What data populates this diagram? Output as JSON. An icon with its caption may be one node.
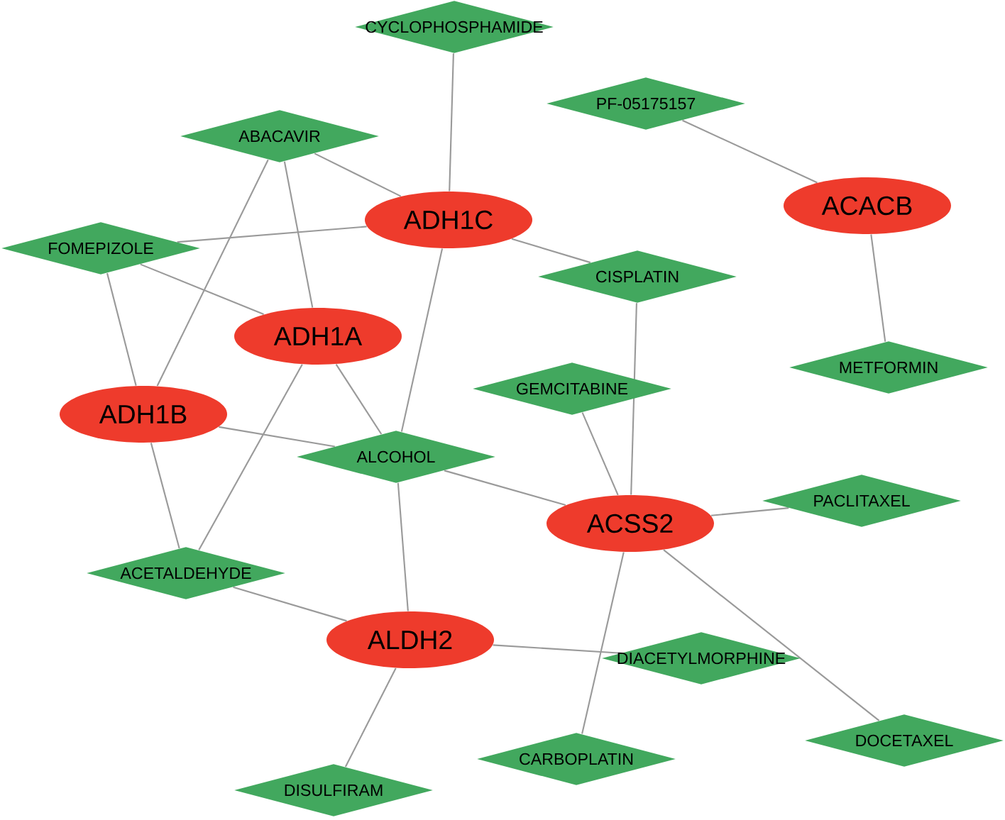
{
  "diagram": {
    "nodes": [
      {
        "text": [
          "CYCLOPHOSPHAMIDE"
        ]
      },
      {
        "text": [
          "PF-05175157"
        ]
      },
      {
        "text": [
          "ABACAVIR"
        ]
      },
      {
        "text": [
          "ACACB"
        ]
      },
      {
        "text": [
          "ADH1C"
        ]
      },
      {
        "text": [
          "FOMEPIZOLE"
        ]
      },
      {
        "text": [
          "CISPLATIN"
        ]
      },
      {
        "text": [
          "ADH1A"
        ]
      },
      {
        "text": [
          "METFORMIN"
        ]
      },
      {
        "text": [
          "GEMCITABINE"
        ]
      },
      {
        "text": [
          "ADH1B"
        ]
      },
      {
        "text": [
          "ALCOHOL"
        ]
      },
      {
        "text": [
          "PACLITAXEL"
        ]
      },
      {
        "text": [
          "ACSS2"
        ]
      },
      {
        "text": [
          "ACETALDEHYDE"
        ]
      },
      {
        "text": [
          "ALDH2"
        ]
      },
      {
        "text": [
          "DIACETYLMORPHINE"
        ]
      },
      {
        "text": [
          "DOCETAXEL"
        ]
      },
      {
        "text": [
          "CARBOPLATIN"
        ]
      },
      {
        "text": [
          "DISULFIRAM"
        ]
      }
    ],
    "edges": [
      {
        "from": 0,
        "to": 4,
        "arrow": "none"
      },
      {
        "from": 2,
        "to": 4,
        "arrow": "none"
      },
      {
        "from": 2,
        "to": 7,
        "arrow": "none"
      },
      {
        "from": 2,
        "to": 10,
        "arrow": "none"
      },
      {
        "from": 5,
        "to": 4,
        "arrow": "none"
      },
      {
        "from": 5,
        "to": 7,
        "arrow": "none"
      },
      {
        "from": 5,
        "to": 10,
        "arrow": "none"
      },
      {
        "from": 4,
        "to": 6,
        "arrow": "none"
      },
      {
        "from": 4,
        "to": 11,
        "arrow": "none"
      },
      {
        "from": 1,
        "to": 3,
        "arrow": "none"
      },
      {
        "from": 3,
        "to": 8,
        "arrow": "none"
      },
      {
        "from": 7,
        "to": 11,
        "arrow": "none"
      },
      {
        "from": 7,
        "to": 14,
        "arrow": "none"
      },
      {
        "from": 10,
        "to": 11,
        "arrow": "none"
      },
      {
        "from": 10,
        "to": 14,
        "arrow": "none"
      },
      {
        "from": 11,
        "to": 13,
        "arrow": "none"
      },
      {
        "from": 11,
        "to": 15,
        "arrow": "none"
      },
      {
        "from": 6,
        "to": 13,
        "arrow": "none"
      },
      {
        "from": 9,
        "to": 13,
        "arrow": "none"
      },
      {
        "from": 13,
        "to": 12,
        "arrow": "none"
      },
      {
        "from": 13,
        "to": 18,
        "arrow": "none"
      },
      {
        "from": 13,
        "to": 17,
        "arrow": "none"
      },
      {
        "from": 14,
        "to": 15,
        "arrow": "none"
      },
      {
        "from": 15,
        "to": 16,
        "arrow": "none"
      },
      {
        "from": 15,
        "to": 19,
        "arrow": "none"
      }
    ]
  }
}
